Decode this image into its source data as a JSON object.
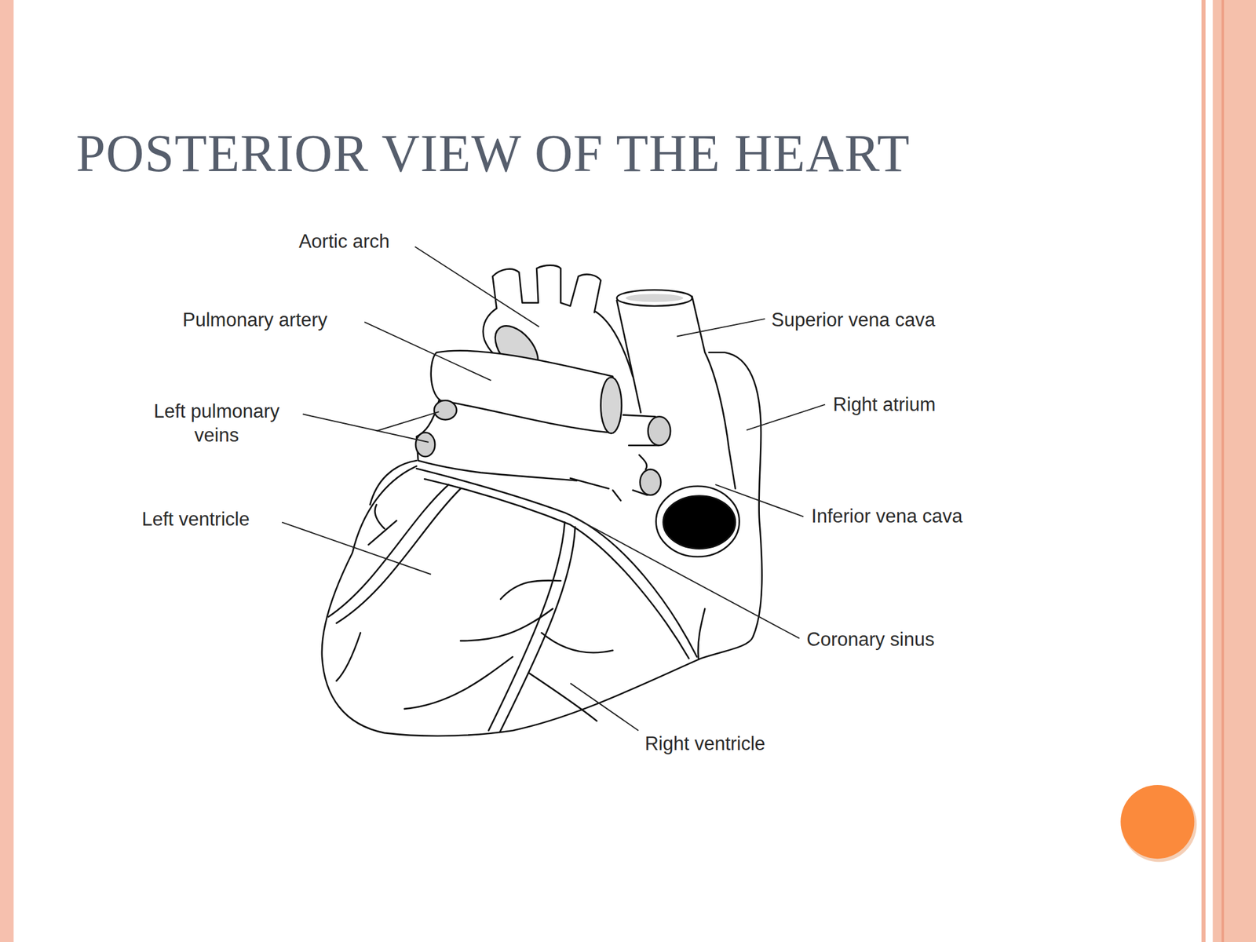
{
  "diagram": {
    "title": "POSTERIOR VIEW OF THE HEART",
    "labels": [
      "Aortic arch",
      "Pulmonary artery",
      "Superior vena cava",
      "Left pulmonary veins",
      "Right atrium",
      "Left ventricle",
      "Inferior vena cava",
      "Coronary sinus",
      "Right ventricle"
    ]
  }
}
